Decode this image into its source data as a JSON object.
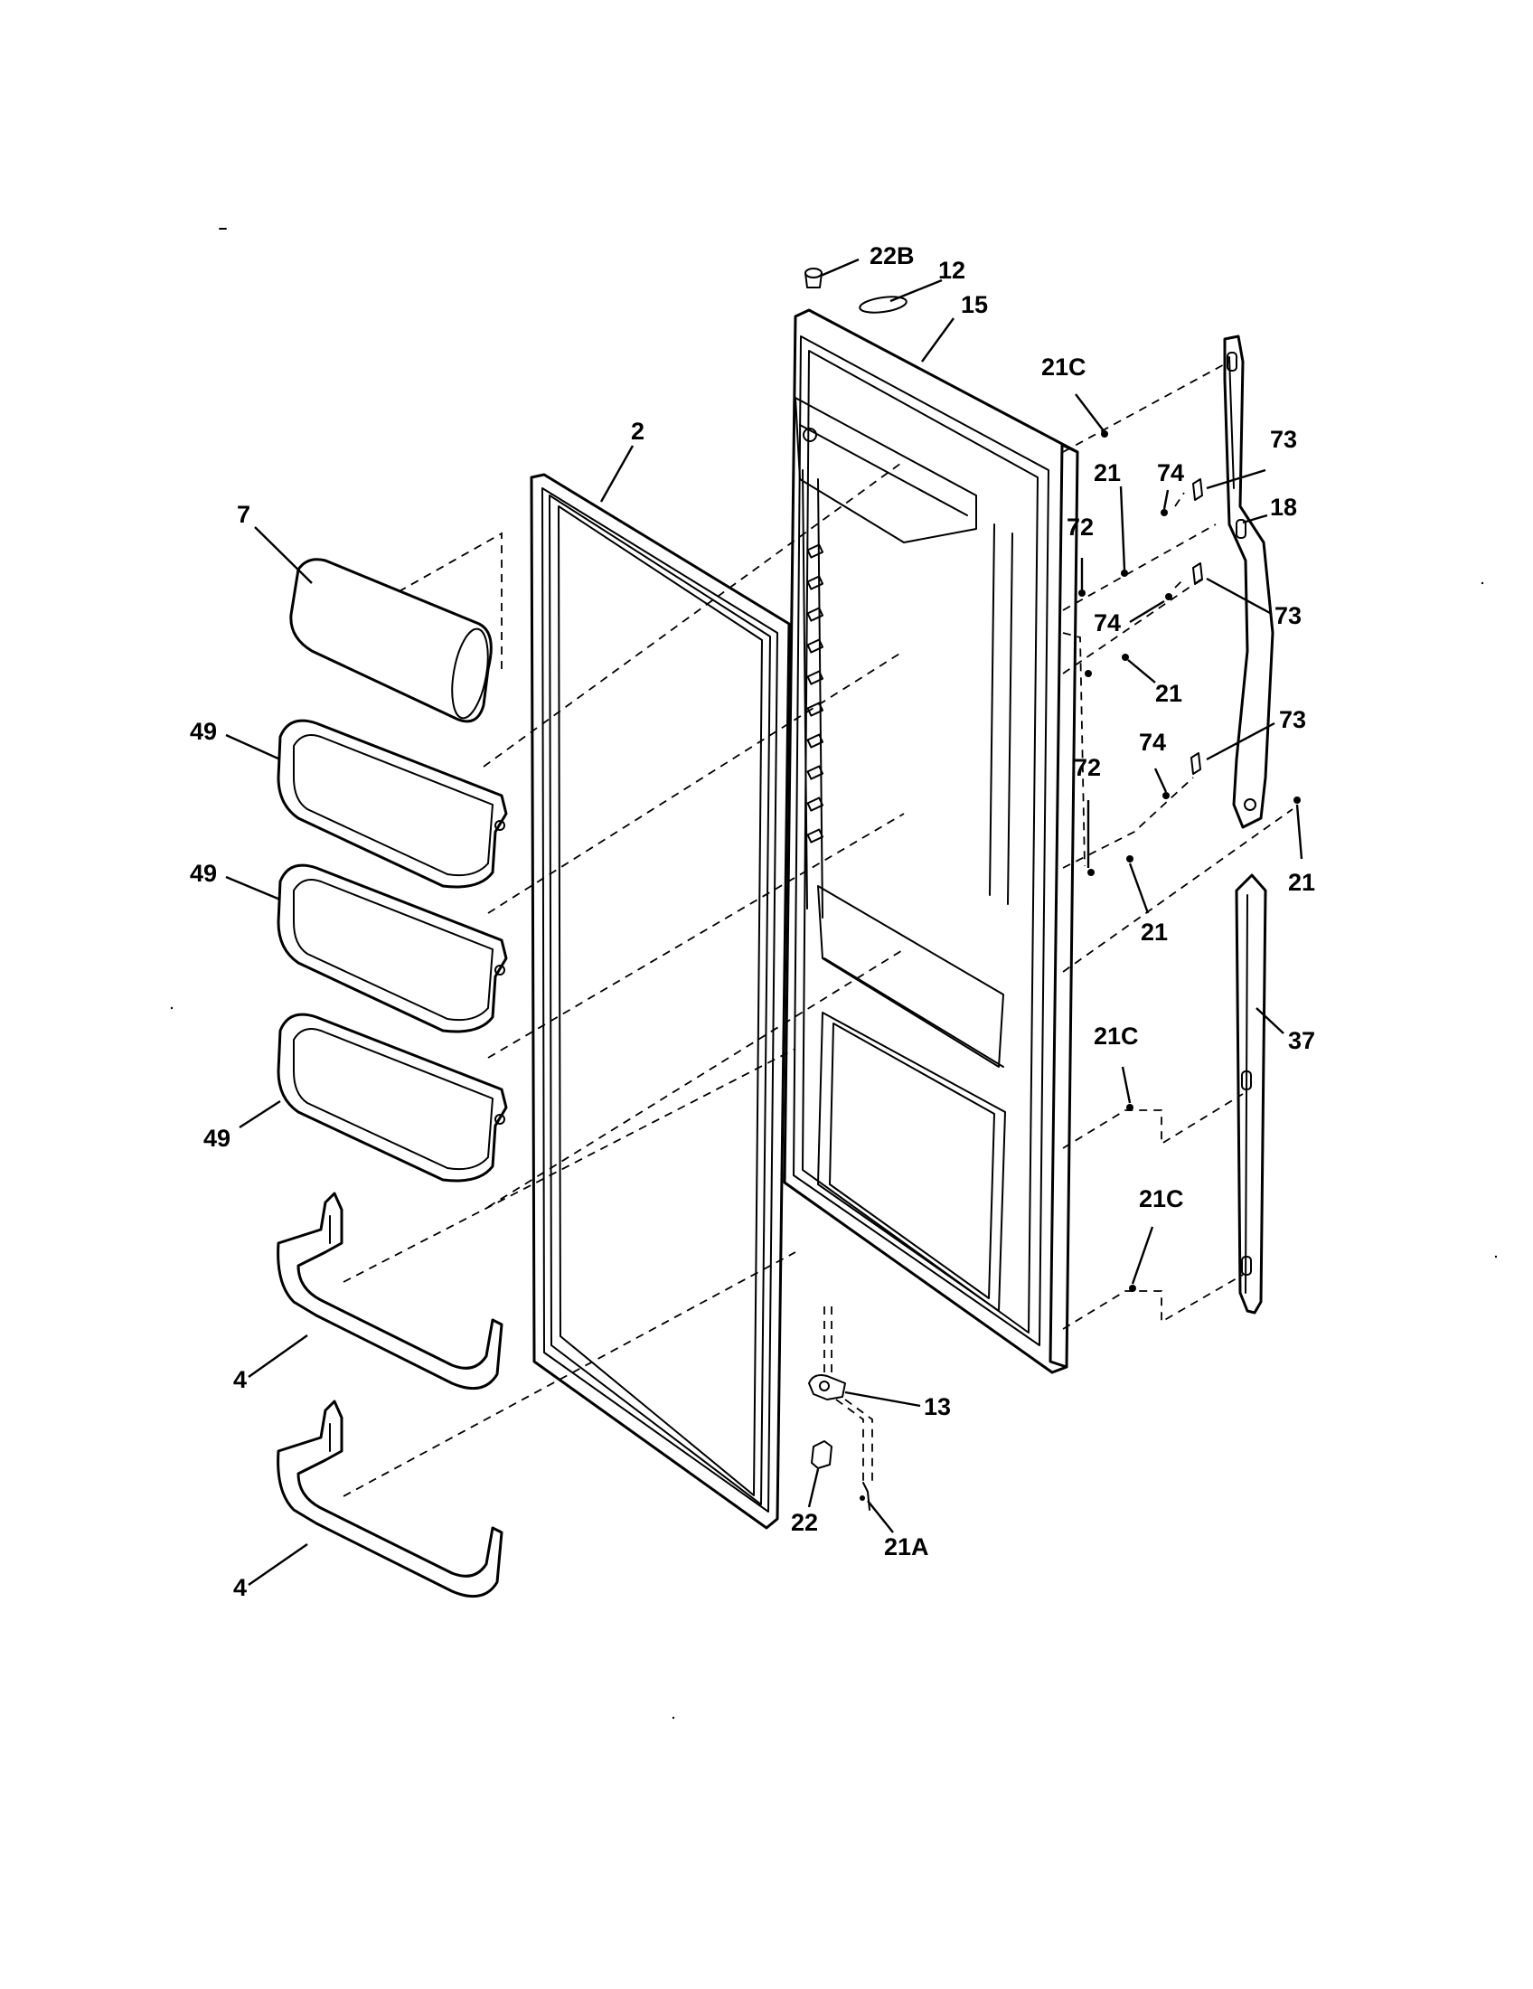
{
  "diagram": {
    "callouts": {
      "c22B": "22B",
      "c12": "12",
      "c15": "15",
      "c21C_top": "21C",
      "c2": "2",
      "c74_a": "74",
      "c73_a": "73",
      "c7": "7",
      "c21_a": "21",
      "c18": "18",
      "c72_a": "72",
      "c74_b": "74",
      "c73_b": "73",
      "c21_b": "21",
      "c49_a": "49",
      "c73_c": "73",
      "c74_c": "74",
      "c72_b": "72",
      "c21_c": "21",
      "c21_d": "21",
      "c49_b": "49",
      "c21C_mid": "21C",
      "c37": "37",
      "c49_c": "49",
      "c21C_low": "21C",
      "c4_a": "4",
      "c13": "13",
      "c22": "22",
      "c21A": "21A",
      "c4_b": "4"
    }
  }
}
